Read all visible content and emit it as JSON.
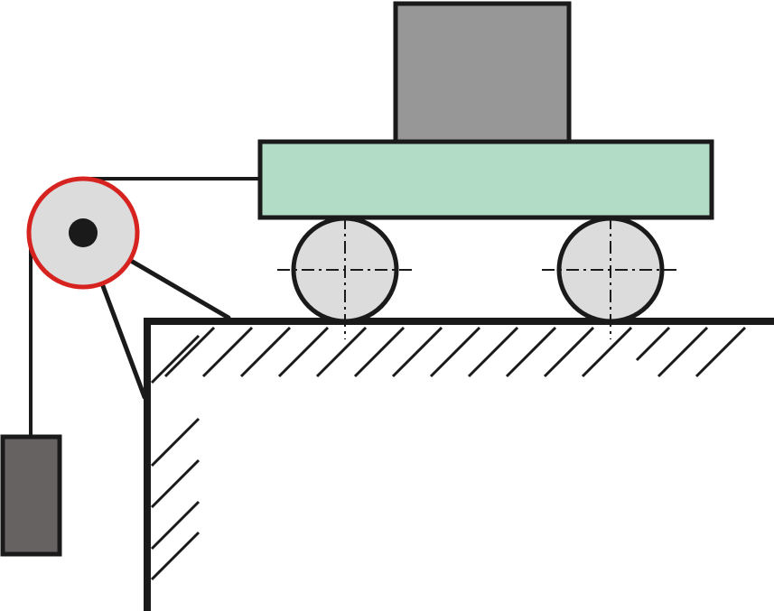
{
  "colors": {
    "background": "#ffffff",
    "outline": "#1a1a1a",
    "cart_body": "#b3dcc6",
    "top_block": "#979797",
    "wheel_fill": "#dcdcdc",
    "pulley_fill": "#dcdcdc",
    "pulley_rim": "#d7231f",
    "hanging_mass": "#666262"
  },
  "components": [
    {
      "id": "top-block",
      "kind": "rectangular mass resting on cart"
    },
    {
      "id": "cart-body",
      "kind": "cart platform"
    },
    {
      "id": "wheel-left",
      "kind": "wheel"
    },
    {
      "id": "wheel-right",
      "kind": "wheel"
    },
    {
      "id": "pulley",
      "kind": "pulley with red rim"
    },
    {
      "id": "hanging-mass",
      "kind": "suspended weight"
    },
    {
      "id": "table",
      "kind": "fixed support with hatching"
    }
  ]
}
